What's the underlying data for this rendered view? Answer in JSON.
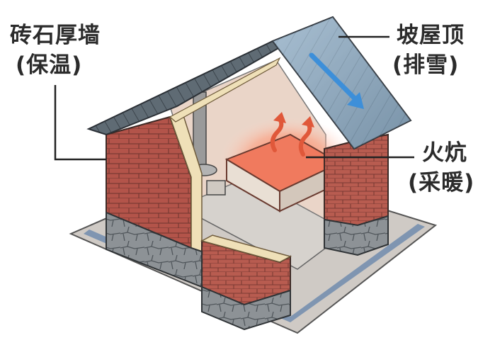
{
  "labels": {
    "wall": {
      "title": "砖石厚墙",
      "subtitle": "(保温)"
    },
    "roof": {
      "title": "坡屋顶",
      "subtitle": "(排雪)"
    },
    "kang": {
      "title": "火炕",
      "subtitle": "(采暖)"
    }
  },
  "colors": {
    "brick": "#b3544a",
    "brick_mortar": "#7a3a33",
    "roof": "#5f6b74",
    "roof_light": "#a8c0d4",
    "stone": "#8d9296",
    "insulation": "#efe0b8",
    "floor": "#d9d6d2",
    "ground": "#c9c6c2",
    "heat": "#f05a3c",
    "arrow_blue": "#3d8fd9",
    "arrow_heat": "#e0583a"
  },
  "icons": [
    "snow-slide-arrow-icon",
    "heat-rising-arrow-icon"
  ]
}
